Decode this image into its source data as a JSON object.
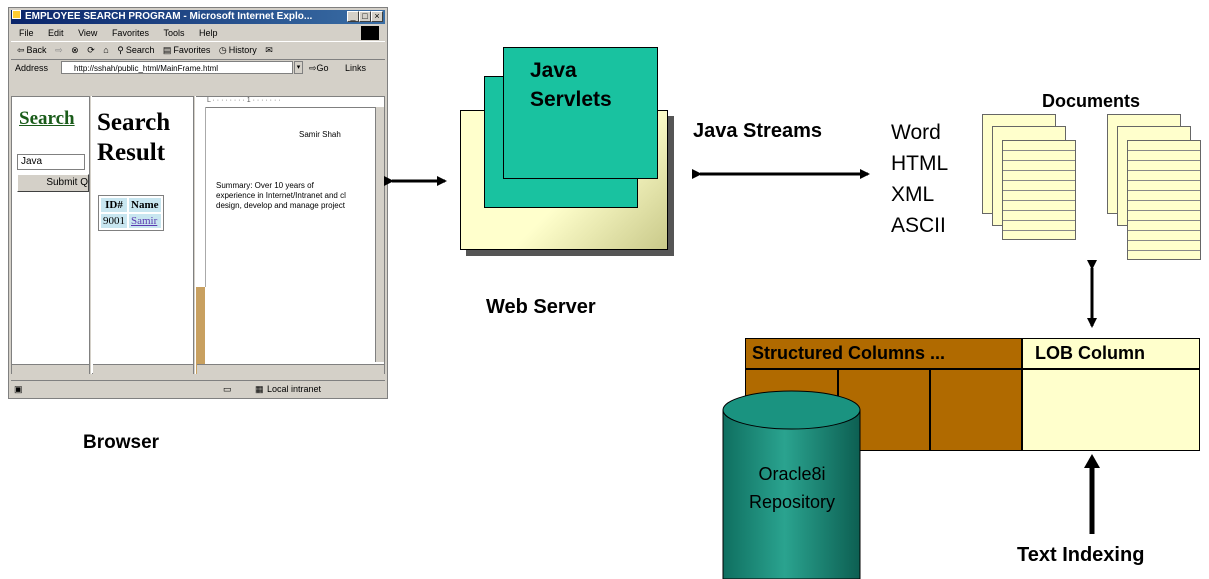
{
  "browser": {
    "window_title": "EMPLOYEE SEARCH PROGRAM - Microsoft Internet Explo...",
    "menu": [
      "File",
      "Edit",
      "View",
      "Favorites",
      "Tools",
      "Help"
    ],
    "toolbar": [
      "Back",
      "Search",
      "Favorites",
      "History"
    ],
    "address_label": "Address",
    "address_value": "http://sshah/public_html/MainFrame.html",
    "go_label": "Go",
    "links_label": "Links",
    "search_heading": "Search",
    "search_input_value": "Java",
    "submit_label": "Submit Q",
    "result_heading_1": "Search",
    "result_heading_2": "Result",
    "table_headers": [
      "ID#",
      "Name"
    ],
    "table_rows": [
      [
        "9001",
        "Samir"
      ]
    ],
    "doc_name": "Samir Shah",
    "doc_summary_1": "Summary: Over 10 years of",
    "doc_summary_2": "experience in Internet/Intranet and cl",
    "doc_summary_3": "design, develop and manage project",
    "status_text": "Local intranet",
    "caption": "Browser"
  },
  "server": {
    "line1": "Java",
    "line2": "Servlets",
    "caption": "Web Server"
  },
  "streams_label": "Java Streams",
  "formats": [
    "Word",
    "HTML",
    "XML",
    "ASCII"
  ],
  "documents_label": "Documents",
  "table": {
    "structured_header": "Structured  Columns ...",
    "lob_header": "LOB Column"
  },
  "repository": {
    "line1": "Oracle8i",
    "line2": "Repository"
  },
  "text_indexing": "Text Indexing",
  "colors": {
    "servlet_green": "#19c2a0",
    "paper_yellow": "#ffffcc",
    "column_brown": "#b06a00",
    "repository_teal": "#1a8c7a"
  }
}
